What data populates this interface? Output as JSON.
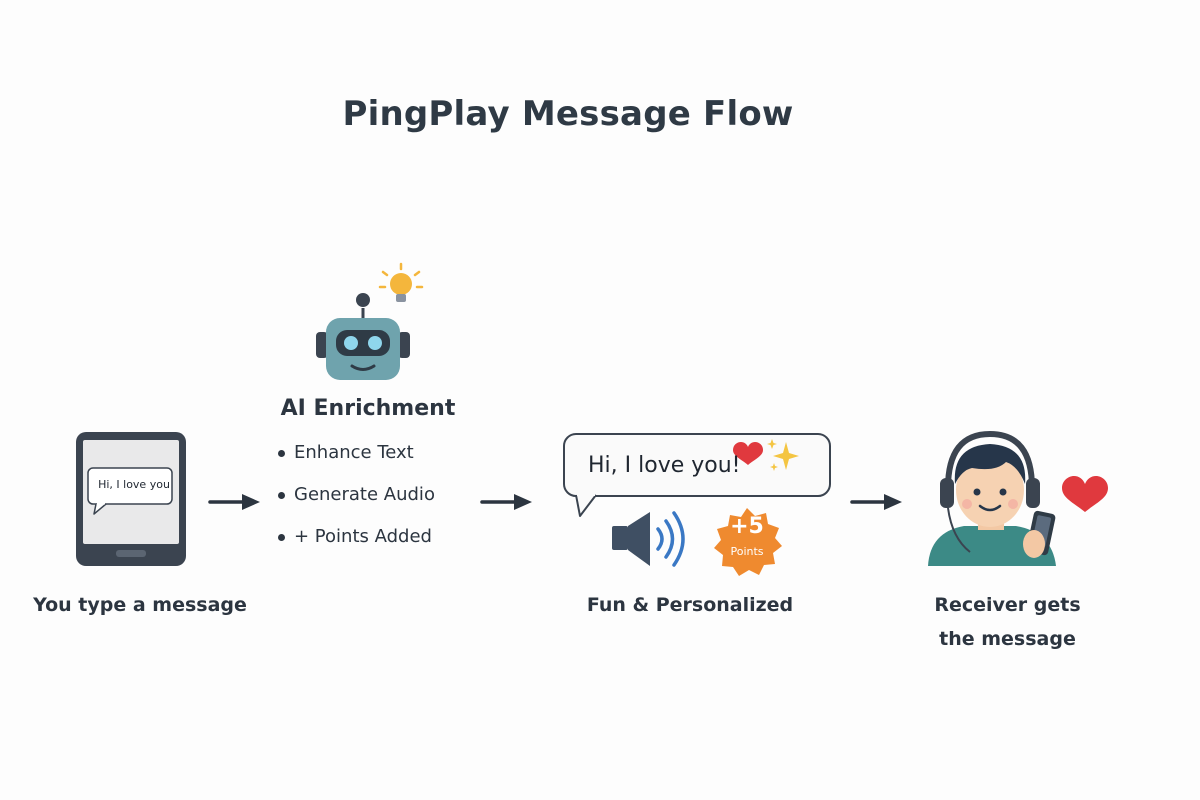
{
  "title": "PingPlay Message Flow",
  "steps": {
    "type": {
      "phone_message": "Hi, I love you",
      "caption": "You type a message"
    },
    "ai": {
      "heading": "AI Enrichment",
      "items": [
        {
          "label": "Enhance Text"
        },
        {
          "label": "Generate Audio"
        },
        {
          "label": "+ Points Added"
        }
      ]
    },
    "enriched": {
      "message": "Hi, I love you!",
      "points_value": "+5",
      "points_label": "Points",
      "caption": "Fun & Personalized"
    },
    "receiver": {
      "caption_line1": "Receiver gets",
      "caption_line2": "the message"
    }
  },
  "colors": {
    "text": "#2c3540",
    "robot": "#6fa3ad",
    "robot_eyes": "#8fd6ec",
    "badge": "#ef8a2f",
    "heart": "#e0393e",
    "speaker": "#3f4f63",
    "sound_waves": "#3a78c4",
    "bulb": "#f4b63c",
    "shirt": "#3c8a86"
  },
  "icons": [
    "phone-icon",
    "robot-icon",
    "lightbulb-icon",
    "heart-icon",
    "sparkle-icon",
    "speaker-icon",
    "points-badge-icon",
    "headphones-icon"
  ]
}
